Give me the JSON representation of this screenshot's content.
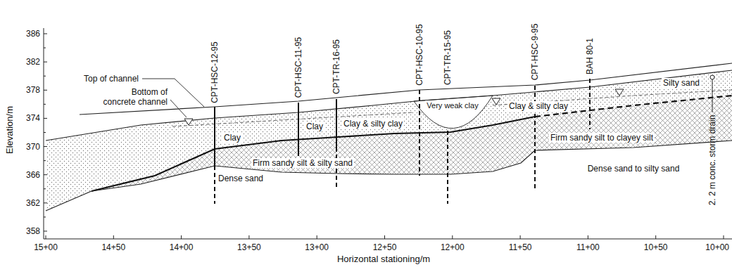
{
  "diagram": {
    "labels": [
      "Top of channel",
      "Bottom of concrete channel",
      "CPT-HSC-12-95",
      "CPT-HSC-11-95",
      "CPT-TR-16-95",
      "CPT-HSC-10-95",
      "CPT-TR-15-95",
      "CPT-HSC-9-95",
      "BAH 80-1",
      "Clay & silty clay",
      "Very weak clay",
      "Clay & silty clay",
      "Silty sand",
      "Clay",
      "Clay",
      "Firm sandy silt & silty sand",
      "Firm sandy silt to clayey silt",
      "Dense sand",
      "Dense sand to silty sand",
      "2. 2 m conc. storm drain",
      "386",
      "382",
      "378",
      "374",
      "370",
      "366",
      "362",
      "358",
      "Elevation/m",
      "15+00",
      "14+50",
      "14+00",
      "13+50",
      "13+00",
      "12+50",
      "12+00",
      "11+50",
      "11+00",
      "10+50",
      "10+00",
      "Horizontal stationing/m"
    ]
  }
}
